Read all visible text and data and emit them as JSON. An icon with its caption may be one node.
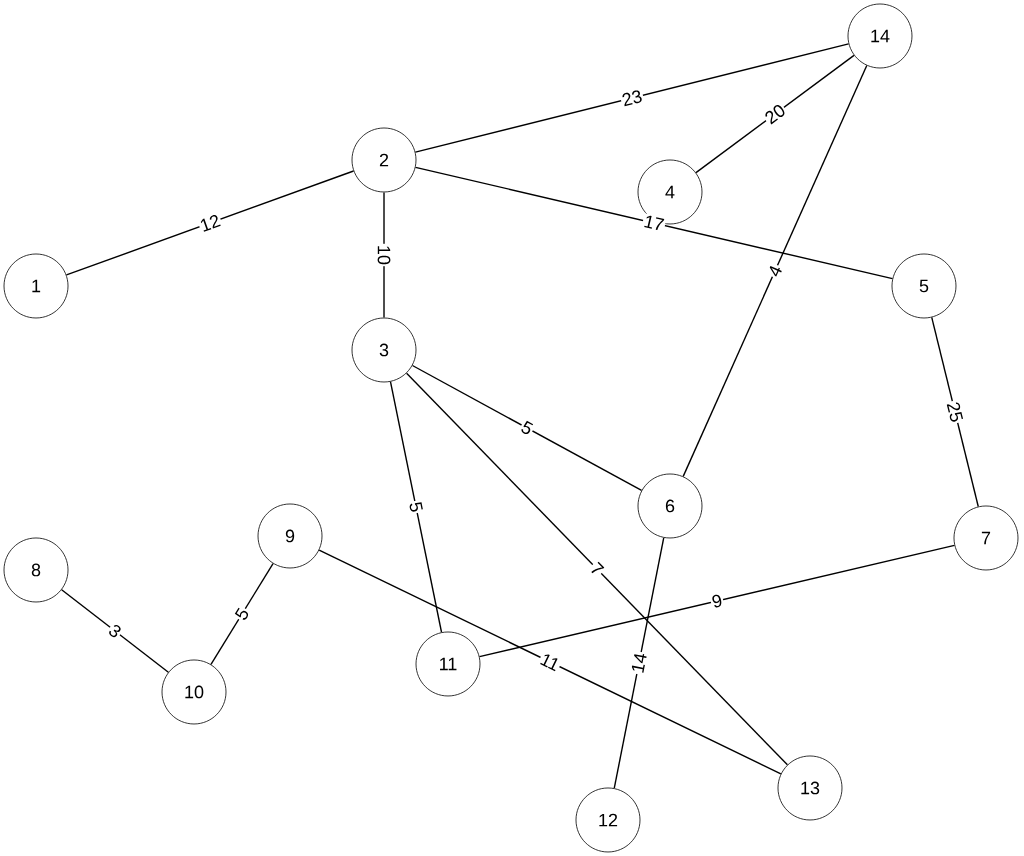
{
  "diagram": {
    "nodes": [
      {
        "text": [
          "1"
        ]
      },
      {
        "text": [
          "2"
        ]
      },
      {
        "text": [
          "3"
        ]
      },
      {
        "text": [
          "4"
        ]
      },
      {
        "text": [
          "5"
        ]
      },
      {
        "text": [
          "6"
        ]
      },
      {
        "text": [
          "7"
        ]
      },
      {
        "text": [
          "8"
        ]
      },
      {
        "text": [
          "9"
        ]
      },
      {
        "text": [
          "10"
        ]
      },
      {
        "text": [
          "11"
        ]
      },
      {
        "text": [
          "12"
        ]
      },
      {
        "text": [
          "13"
        ]
      },
      {
        "text": [
          "14"
        ]
      }
    ],
    "edges": [
      {
        "from": 0,
        "to": 1,
        "arrow": "none",
        "label": "12"
      },
      {
        "from": 1,
        "to": 13,
        "arrow": "none",
        "label": "23"
      },
      {
        "from": 3,
        "to": 13,
        "arrow": "none",
        "label": "20"
      },
      {
        "from": 1,
        "to": 4,
        "arrow": "none",
        "label": "17"
      },
      {
        "from": 1,
        "to": 2,
        "arrow": "none",
        "label": "10"
      },
      {
        "from": 13,
        "to": 5,
        "arrow": "none",
        "label": "4"
      },
      {
        "from": 2,
        "to": 5,
        "arrow": "none",
        "label": "5"
      },
      {
        "from": 4,
        "to": 6,
        "arrow": "none",
        "label": "25"
      },
      {
        "from": 2,
        "to": 10,
        "arrow": "none",
        "label": "5"
      },
      {
        "from": 2,
        "to": 12,
        "arrow": "none",
        "label": "7"
      },
      {
        "from": 5,
        "to": 11,
        "arrow": "none",
        "label": "14"
      },
      {
        "from": 6,
        "to": 10,
        "arrow": "none",
        "label": "9"
      },
      {
        "from": 8,
        "to": 12,
        "arrow": "none",
        "label": "11"
      },
      {
        "from": 7,
        "to": 9,
        "arrow": "none",
        "label": "3"
      },
      {
        "from": 8,
        "to": 9,
        "arrow": "none",
        "label": "5"
      }
    ]
  }
}
